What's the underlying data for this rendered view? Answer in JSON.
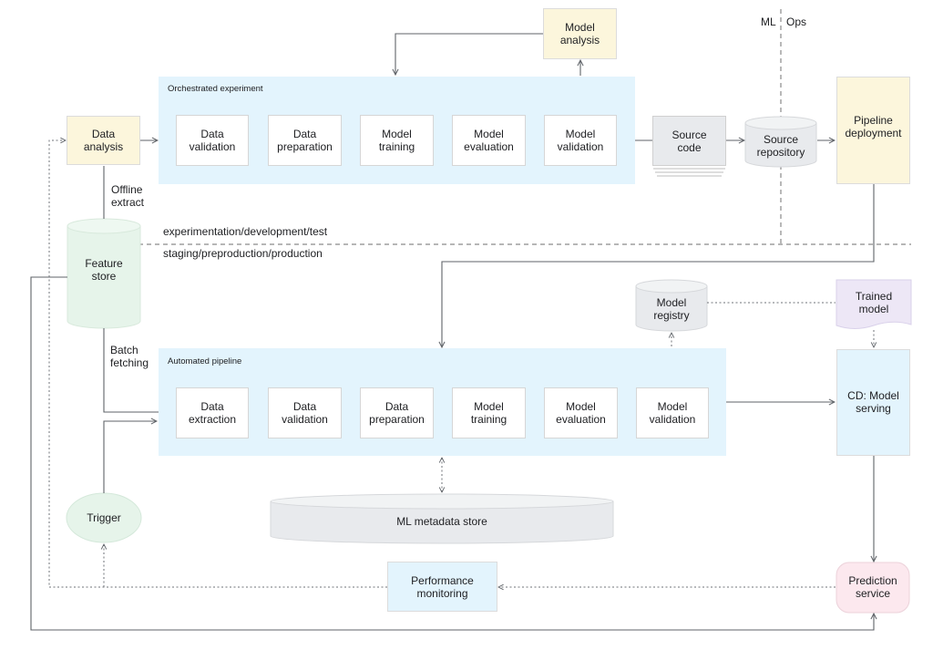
{
  "colors": {
    "panel": "#e3f4fd",
    "yellow_box": "#fcf6dc",
    "blue_box": "#e3f4fd",
    "gray_shape": "#e8eaed",
    "feature_store": "#e6f4ea",
    "trained_model": "#ede7f6",
    "prediction_service": "#fce8ee",
    "lines": "#5f6368"
  },
  "labels": {
    "ml": "ML",
    "ops": "Ops",
    "env_top": "experimentation/development/test",
    "env_bottom": "staging/preproduction/production",
    "offline_extract": "Offline\nextract",
    "batch_fetching": "Batch\nfetching"
  },
  "experiment": {
    "title": "Orchestrated experiment",
    "steps": [
      "Data\nvalidation",
      "Data\npreparation",
      "Model\ntraining",
      "Model\nevaluation",
      "Model\nvalidation"
    ]
  },
  "pipeline": {
    "title": "Automated pipeline",
    "steps": [
      "Data\nextraction",
      "Data\nvalidation",
      "Data\npreparation",
      "Model\ntraining",
      "Model\nevaluation",
      "Model\nvalidation"
    ]
  },
  "nodes": {
    "data_analysis": "Data\nanalysis",
    "model_analysis": "Model\nanalysis",
    "source_code": "Source\ncode",
    "source_repository": "Source\nrepository",
    "pipeline_deployment": "Pipeline\ndeployment",
    "feature_store": "Feature\nstore",
    "model_registry": "Model\nregistry",
    "trained_model": "Trained\nmodel",
    "cd_model_serving": "CD: Model\nserving",
    "ml_metadata_store": "ML metadata store",
    "trigger": "Trigger",
    "performance_monitoring": "Performance\nmonitoring",
    "prediction_service": "Prediction\nservice"
  }
}
